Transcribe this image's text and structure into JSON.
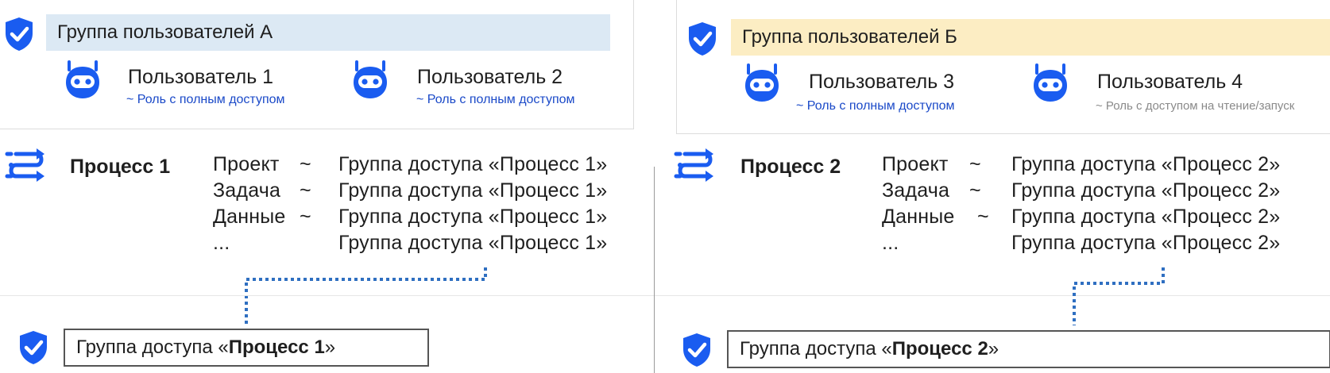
{
  "colors": {
    "icon_blue": "#1a5cf0",
    "group_a_bg": "#dce9f4",
    "group_b_bg": "#fcedc3",
    "role_full": "#1a49c8",
    "role_read": "#8a8a8a",
    "connector": "#2f6fc1"
  },
  "left": {
    "group": {
      "title": "Группа пользователей А",
      "icon": "shield-check-icon"
    },
    "users": [
      {
        "name": "Пользователь 1",
        "role": "~ Роль с полным доступом",
        "icon": "robot-icon"
      },
      {
        "name": "Пользователь 2",
        "role": "~ Роль с полным доступом",
        "icon": "robot-icon"
      }
    ],
    "process": {
      "name": "Процесс 1",
      "icon": "process-flow-icon",
      "rows": [
        {
          "key": "Проект",
          "tilde": "~",
          "value": "Группа доступа «Процесс 1»"
        },
        {
          "key": "Задача",
          "tilde": "~",
          "value": "Группа доступа «Процесс 1»"
        },
        {
          "key": "Данные",
          "tilde": "~",
          "value": "Группа доступа «Процесс 1»"
        },
        {
          "key": "...",
          "tilde": "",
          "value": "Группа доступа «Процесс 1»"
        }
      ]
    },
    "access_group": {
      "prefix": "Группа доступа «",
      "name": "Процесс 1",
      "suffix": "»",
      "icon": "shield-check-icon"
    }
  },
  "right": {
    "group": {
      "title": "Группа пользователей Б",
      "icon": "shield-check-icon"
    },
    "users": [
      {
        "name": "Пользователь 3",
        "role": "~ Роль с полным доступом",
        "icon": "robot-icon"
      },
      {
        "name": "Пользователь 4",
        "role": "~ Роль с доступом на чтение/запуск",
        "icon": "robot-icon"
      }
    ],
    "process": {
      "name": "Процесс 2",
      "icon": "process-flow-icon",
      "rows": [
        {
          "key": "Проект",
          "tilde": "~",
          "value": "Группа доступа «Процесс 2»"
        },
        {
          "key": "Задача",
          "tilde": "~",
          "value": "Группа доступа «Процесс 2»"
        },
        {
          "key": "Данные",
          "tilde": "~",
          "value": "Группа доступа «Процесс 2»"
        },
        {
          "key": "...",
          "tilde": "",
          "value": "Группа доступа «Процесс 2»"
        }
      ]
    },
    "access_group": {
      "prefix": "Группа доступа «",
      "name": "Процесс 2",
      "suffix": "»",
      "icon": "shield-check-icon"
    }
  }
}
